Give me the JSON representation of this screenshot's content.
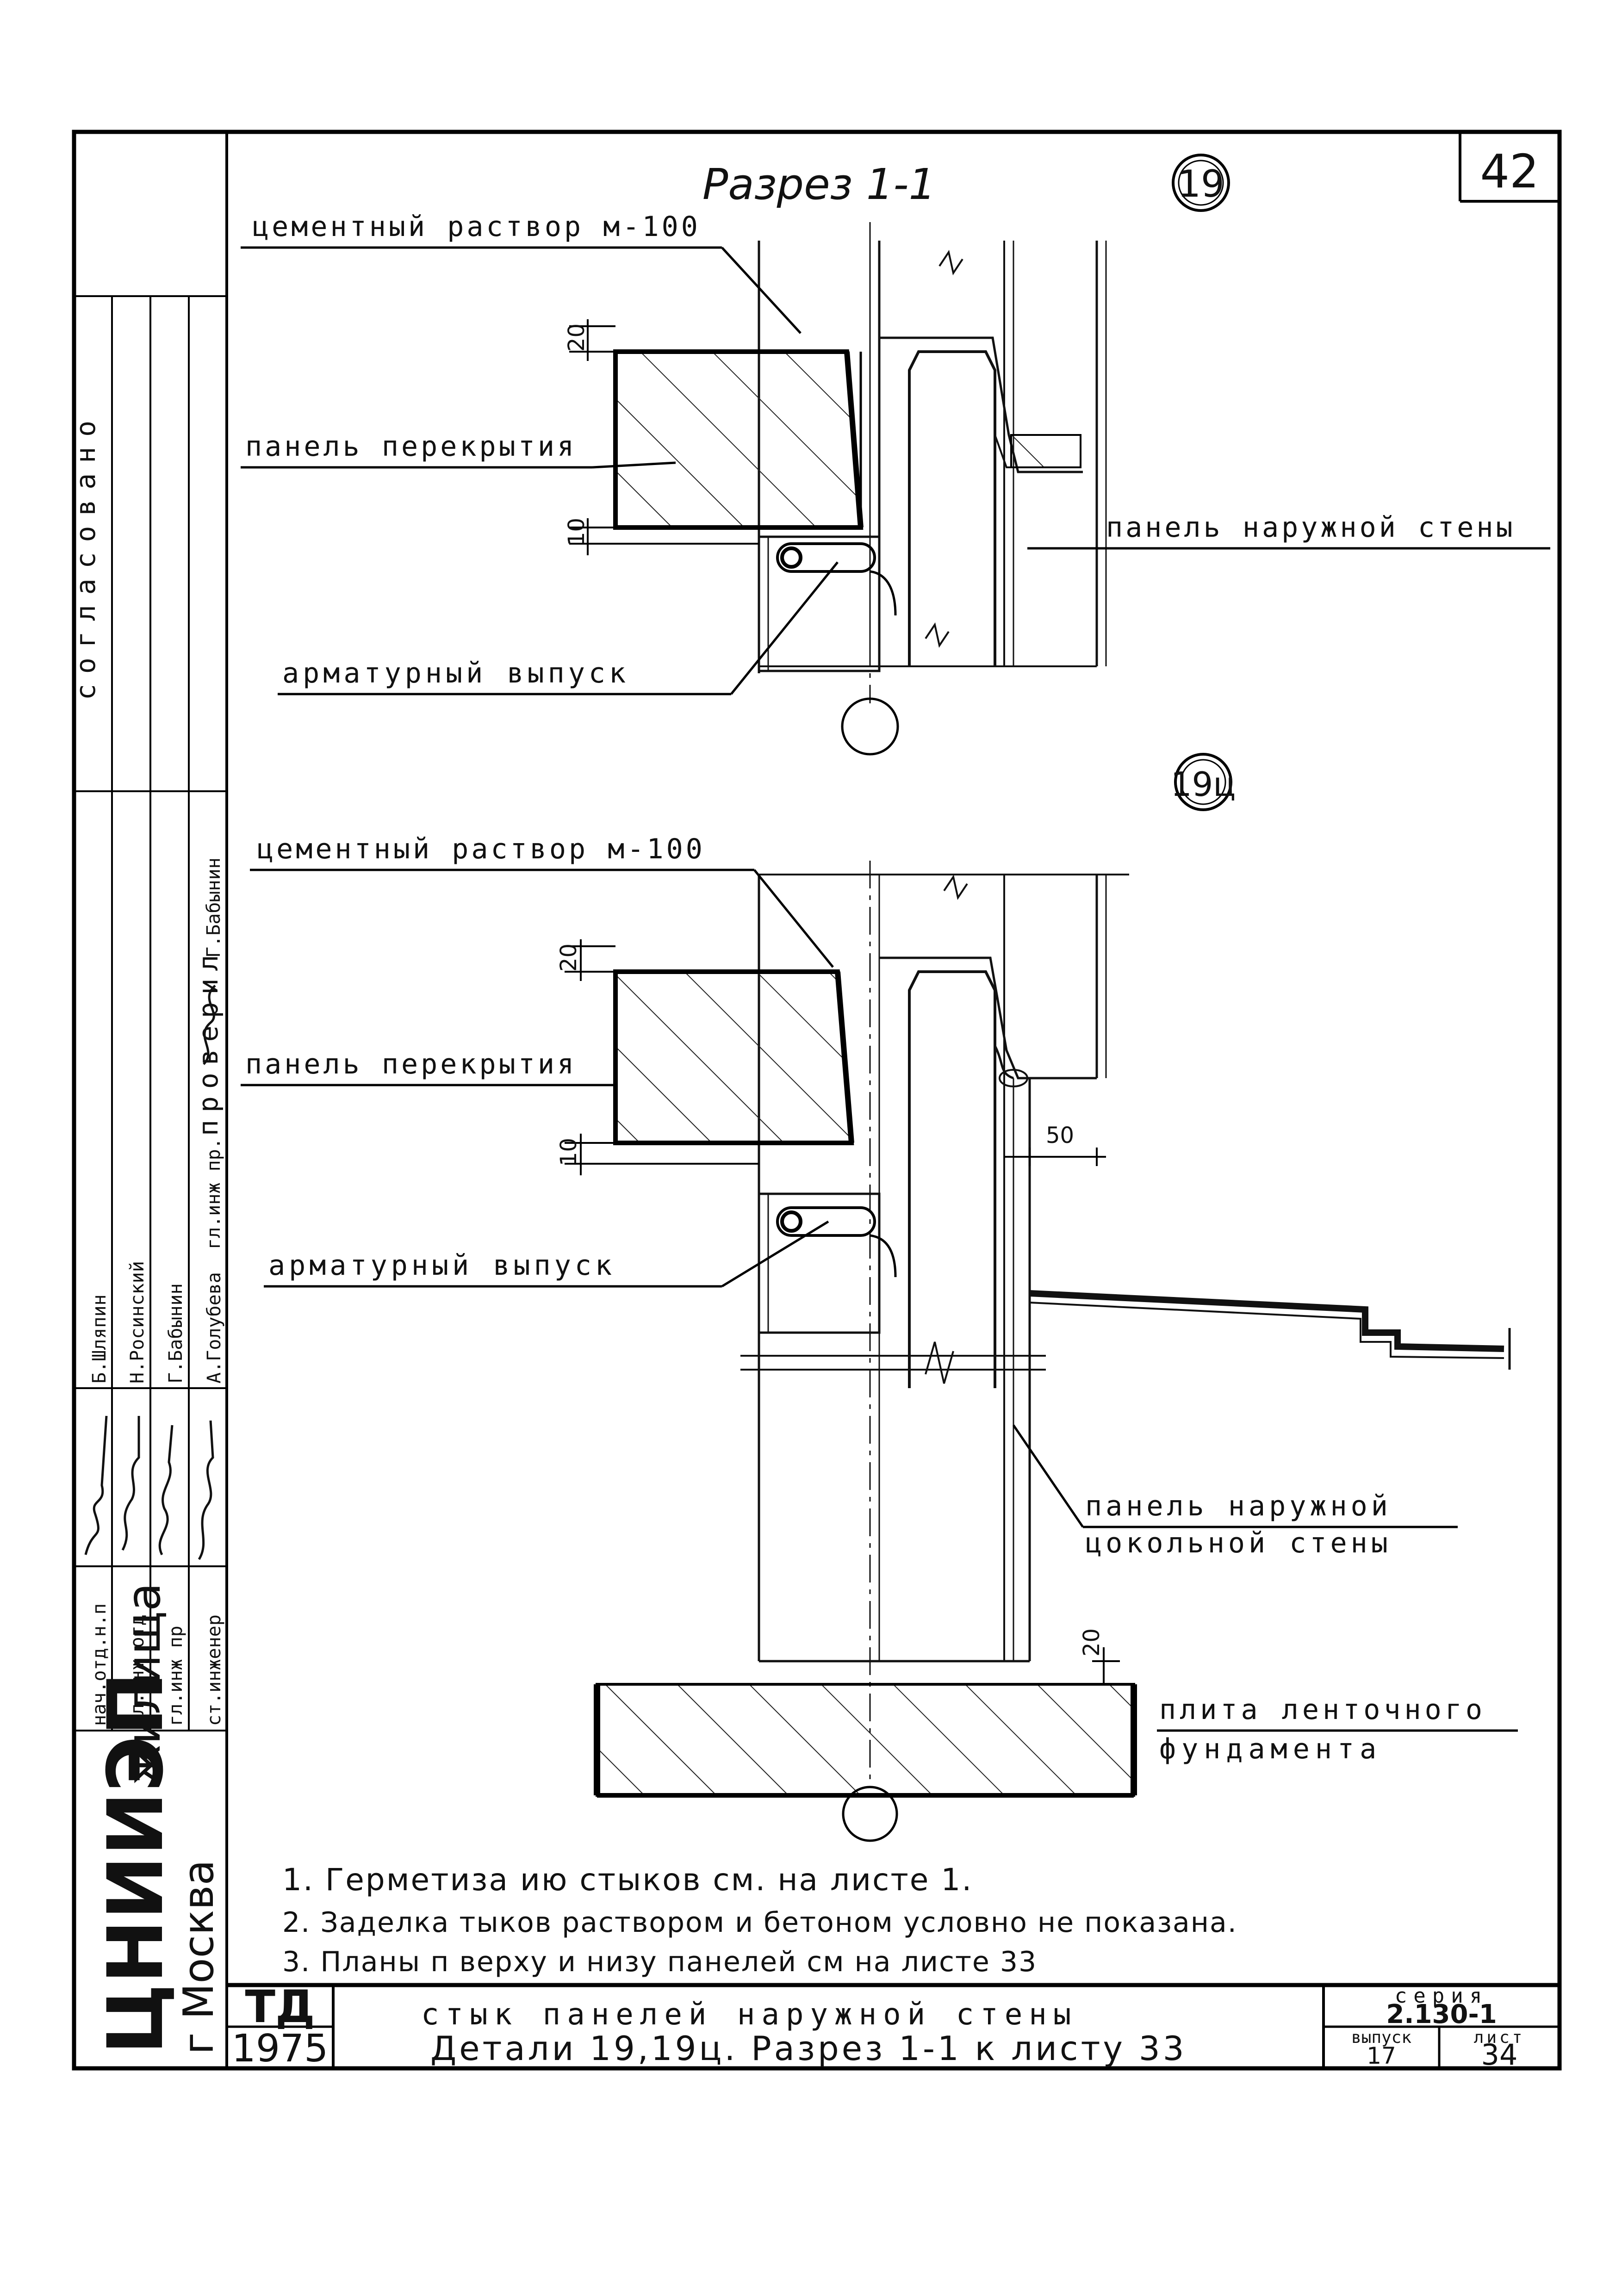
{
  "sheet_no_top": "42",
  "section1": {
    "title": "Разрез 1-1",
    "detail_mark": "19",
    "label_cement": "цементный раствор м-100",
    "label_slab": "панель перекрытия",
    "label_wall": "панель наружной стены",
    "label_rebar": "арматурный выпуск",
    "dim_top": "20",
    "dim_bottom": "10"
  },
  "section2": {
    "detail_mark": "19ц",
    "label_cement": "цементный раствор м-100",
    "label_slab": "панель перекрытия",
    "label_rebar": "арматурный выпуск",
    "label_plinth_1": "панель наружной",
    "label_plinth_2": "цокольной стены",
    "label_found_1": "плита ленточного",
    "label_found_2": "фундамента",
    "dim_top": "20",
    "dim_bottom": "10",
    "dim_50": "50",
    "dim_found": "20"
  },
  "notes": [
    "1. Герметиза ию стыков см. на листе 1.",
    "2. Заделка тыков раствором и бетоном условно не показана.",
    "3. Планы п верху и низу панелей см на листе 33"
  ],
  "left_strip": {
    "approved": "согласовано",
    "checked": "проверил",
    "checked_role": "гл.инж пр.",
    "checked_name": "Г.Бабынин",
    "roles": [
      "нач.отд.н.п",
      "гл.инж отд",
      "гл.инж пр",
      "ст.инженер"
    ],
    "names": [
      "Б.Шляпин",
      "Н.Росинский",
      "Г.Бабынин",
      "А.Голубева"
    ],
    "org_main": "ЦНИИЭП",
    "org_sub": "жилища",
    "city": "г Москва"
  },
  "title_block": {
    "code": "ТД",
    "year": "1975",
    "title_line1": "стык панелей наружной стены",
    "title_line2": "Детали 19,19ц. Разрез 1-1 к листу 33",
    "series_label": "серия",
    "series_value": "2.130-1",
    "issue_label": "выпуск",
    "issue_value": "17",
    "sheet_label": "лист",
    "sheet_value": "34"
  }
}
